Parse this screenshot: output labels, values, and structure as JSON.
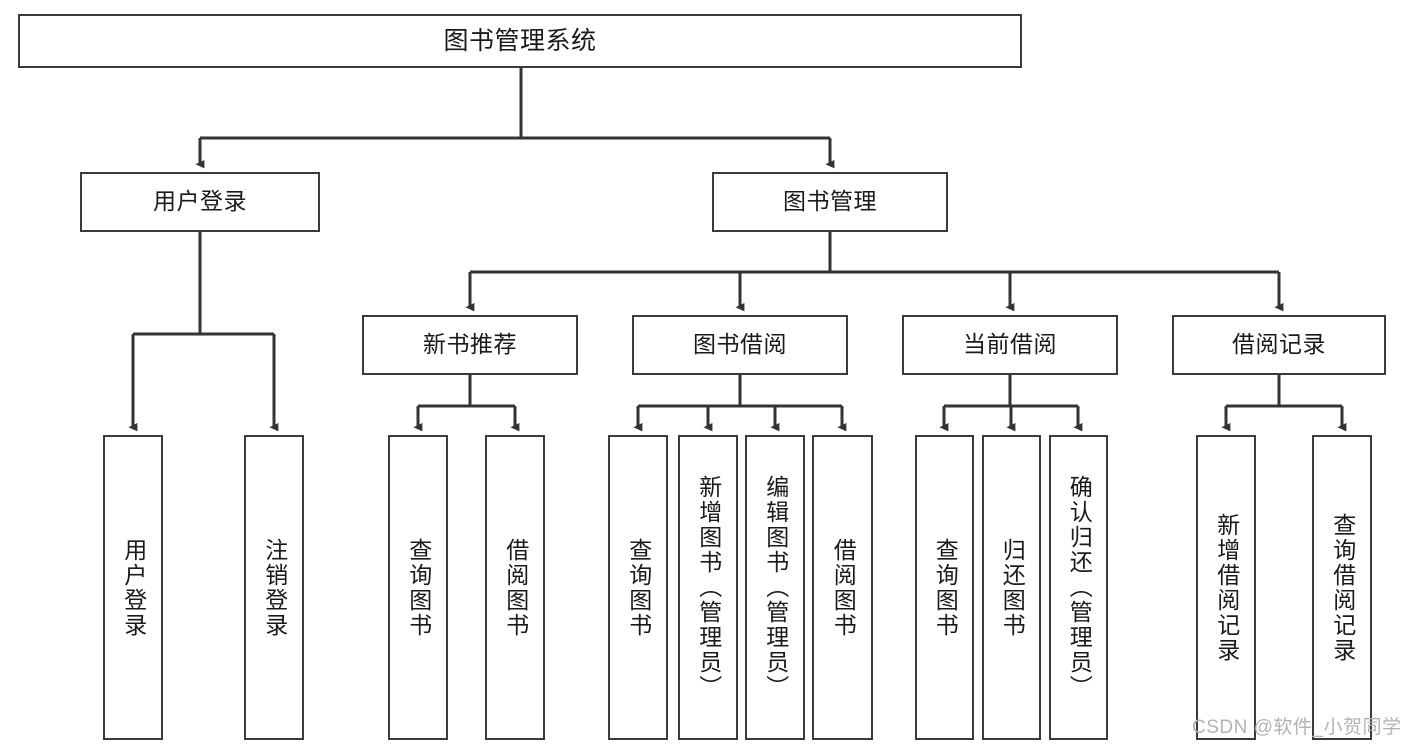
{
  "diagram": {
    "type": "tree-hierarchy",
    "title": "图书管理系统",
    "nodes": {
      "root": {
        "label": "图书管理系统"
      },
      "user_login": {
        "label": "用户登录"
      },
      "book_manage": {
        "label": "图书管理"
      },
      "new_book_rec": {
        "label": "新书推荐"
      },
      "book_borrow": {
        "label": "图书借阅"
      },
      "current_borrow": {
        "label": "当前借阅"
      },
      "borrow_record": {
        "label": "借阅记录"
      },
      "leaf_user_login": {
        "label": "用户登录"
      },
      "leaf_logout": {
        "label": "注销登录"
      },
      "leaf_query_book_a": {
        "label": "查询图书"
      },
      "leaf_borrow_book_a": {
        "label": "借阅图书"
      },
      "leaf_query_book_b": {
        "label": "查询图书"
      },
      "leaf_add_book": {
        "label": "新增图书（管理员）"
      },
      "leaf_edit_book": {
        "label": "编辑图书（管理员）"
      },
      "leaf_borrow_book_b": {
        "label": "借阅图书"
      },
      "leaf_query_book_c": {
        "label": "查询图书"
      },
      "leaf_return_book": {
        "label": "归还图书"
      },
      "leaf_confirm_return": {
        "label": "确认归还（管理员）"
      },
      "leaf_add_record": {
        "label": "新增借阅记录"
      },
      "leaf_query_record": {
        "label": "查询借阅记录"
      }
    },
    "edges": [
      {
        "from": "root",
        "to": "user_login"
      },
      {
        "from": "root",
        "to": "book_manage"
      },
      {
        "from": "user_login",
        "to": "leaf_user_login"
      },
      {
        "from": "user_login",
        "to": "leaf_logout"
      },
      {
        "from": "book_manage",
        "to": "new_book_rec"
      },
      {
        "from": "book_manage",
        "to": "book_borrow"
      },
      {
        "from": "book_manage",
        "to": "current_borrow"
      },
      {
        "from": "book_manage",
        "to": "borrow_record"
      },
      {
        "from": "new_book_rec",
        "to": "leaf_query_book_a"
      },
      {
        "from": "new_book_rec",
        "to": "leaf_borrow_book_a"
      },
      {
        "from": "book_borrow",
        "to": "leaf_query_book_b"
      },
      {
        "from": "book_borrow",
        "to": "leaf_add_book"
      },
      {
        "from": "book_borrow",
        "to": "leaf_edit_book"
      },
      {
        "from": "book_borrow",
        "to": "leaf_borrow_book_b"
      },
      {
        "from": "current_borrow",
        "to": "leaf_query_book_c"
      },
      {
        "from": "current_borrow",
        "to": "leaf_return_book"
      },
      {
        "from": "current_borrow",
        "to": "leaf_confirm_return"
      },
      {
        "from": "borrow_record",
        "to": "leaf_add_record"
      },
      {
        "from": "borrow_record",
        "to": "leaf_query_record"
      }
    ],
    "colors": {
      "node_border": "#3a3a3a",
      "node_fill": "#ffffff",
      "edge": "#333333",
      "text": "#1a1a1a",
      "watermark": "#b3b3b3",
      "background": "#ffffff"
    }
  },
  "watermark": {
    "text": "CSDN @软件_小贺同学"
  }
}
